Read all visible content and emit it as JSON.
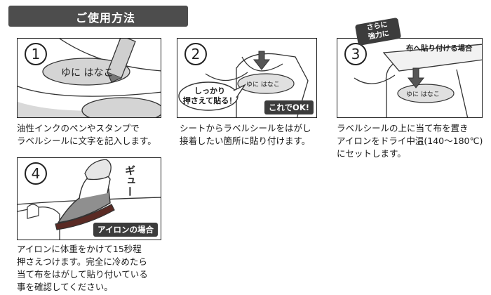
{
  "header": {
    "title": "ご使用方法"
  },
  "steps": [
    {
      "number": "1",
      "label_text": "ゆに はなこ",
      "caption": "油性インクのペンやスタンプで\nラベルシールに文字を記入します。"
    },
    {
      "number": "2",
      "bubble_text": "しっかり\n押さえて貼る！",
      "label_text": "ゆに はなこ",
      "badge": "これでOK!",
      "caption": "シートからラベルシールをはがし\n接着したい箇所に貼り付けます。"
    },
    {
      "number": "3",
      "tag_text": "さらに\n強力に",
      "subtitle": "布へ貼り付ける場合",
      "label_text": "ゆに はなこ",
      "caption": "ラベルシールの上に当て布を置き\nアイロンをドライ中温(140～180℃)\nにセットします。"
    },
    {
      "number": "4",
      "sound_text": "ギュー",
      "badge": "アイロンの場合",
      "caption": "アイロンに体重をかけて15秒程\n押さえつけます。完全に冷めたら\n当て布をはがして貼り付いている\n事を確認してください。"
    }
  ]
}
